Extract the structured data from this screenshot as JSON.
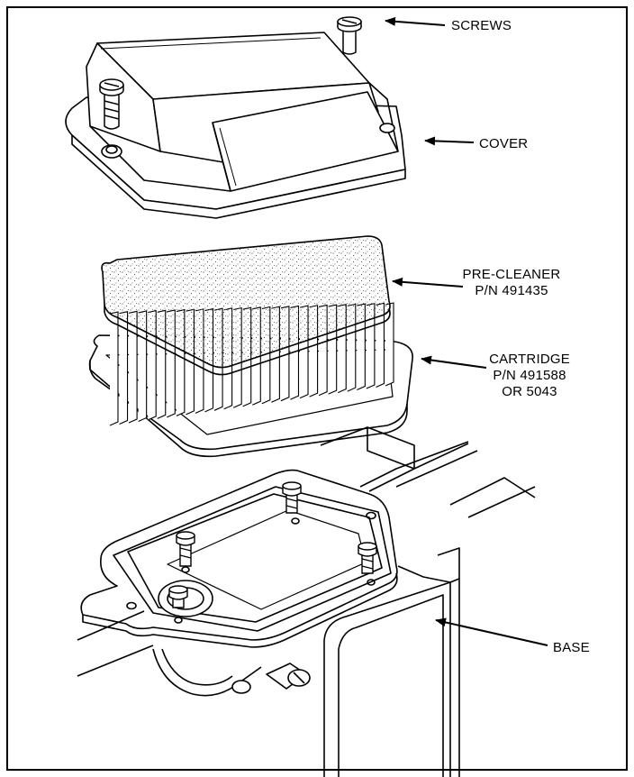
{
  "labels": {
    "screws": "SCREWS",
    "cover": "COVER",
    "precleaner_name": "PRE-CLEANER",
    "precleaner_pn": "P/N 491435",
    "cartridge_name": "CARTRIDGE",
    "cartridge_pn": "P/N 491588",
    "cartridge_alt": "OR 5043",
    "base": "BASE"
  },
  "colors": {
    "ink": "#000000",
    "paper": "#ffffff",
    "foam_dot": "#555555"
  }
}
